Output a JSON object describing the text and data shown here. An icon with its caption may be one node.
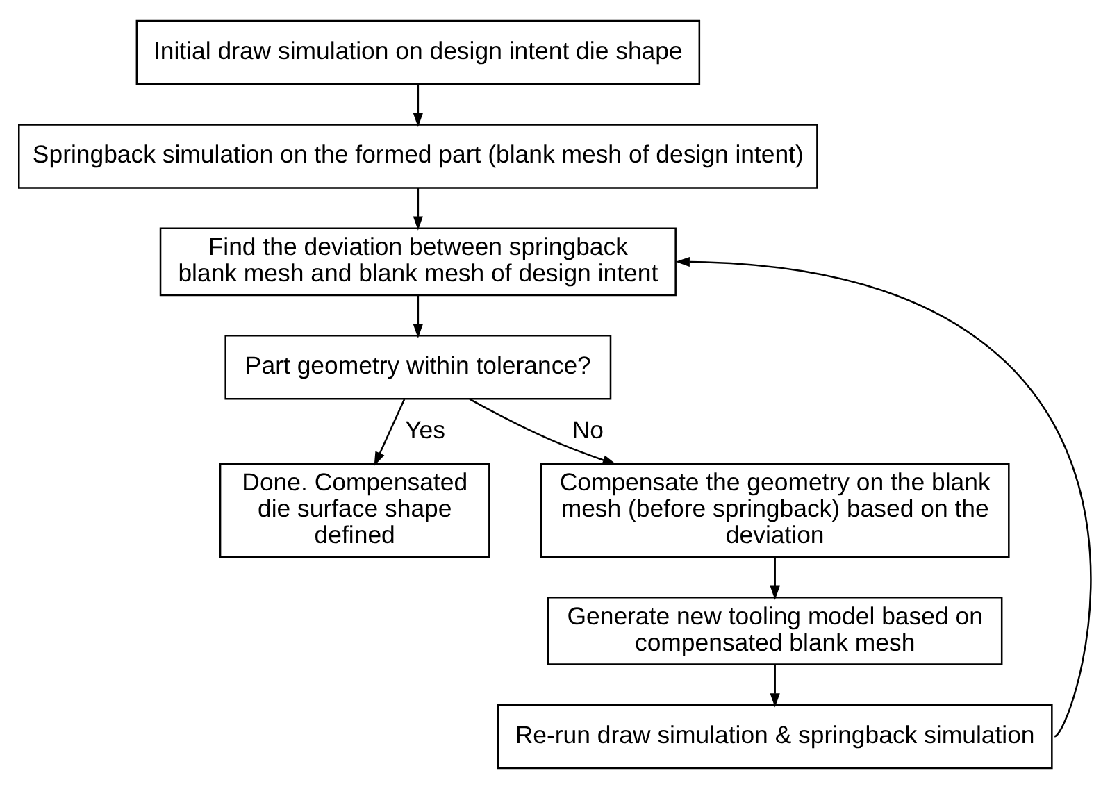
{
  "diagram": {
    "nodes": [
      {
        "text": [
          "Initial draw simulation on design intent die shape"
        ]
      },
      {
        "text": [
          "Springback simulation on the formed part (blank mesh of design intent)"
        ]
      },
      {
        "text": [
          "Find the deviation between springback blank mesh and blank mesh of design intent"
        ]
      },
      {
        "text": [
          "Part geometry within tolerance?"
        ]
      },
      {
        "text": [
          "Done. Compensated die surface shape defined"
        ]
      },
      {
        "text": [
          "Compensate the geometry on the blank mesh (before springback) based on the deviation"
        ]
      },
      {
        "text": [
          "Generate new tooling model based on compensated blank mesh"
        ]
      },
      {
        "text": [
          "Re-run draw simulation & springback simulation"
        ]
      }
    ],
    "edges": [
      {
        "from": 0,
        "to": 1,
        "arrow": "to"
      },
      {
        "from": 1,
        "to": 2,
        "arrow": "to"
      },
      {
        "from": 2,
        "to": 3,
        "arrow": "to"
      },
      {
        "from": 3,
        "to": 4,
        "arrow": "to",
        "label": "Yes"
      },
      {
        "from": 3,
        "to": 5,
        "arrow": "to",
        "label": "No"
      },
      {
        "from": 5,
        "to": 6,
        "arrow": "to"
      },
      {
        "from": 6,
        "to": 7,
        "arrow": "to"
      },
      {
        "from": 7,
        "to": 2,
        "arrow": "to"
      }
    ]
  }
}
